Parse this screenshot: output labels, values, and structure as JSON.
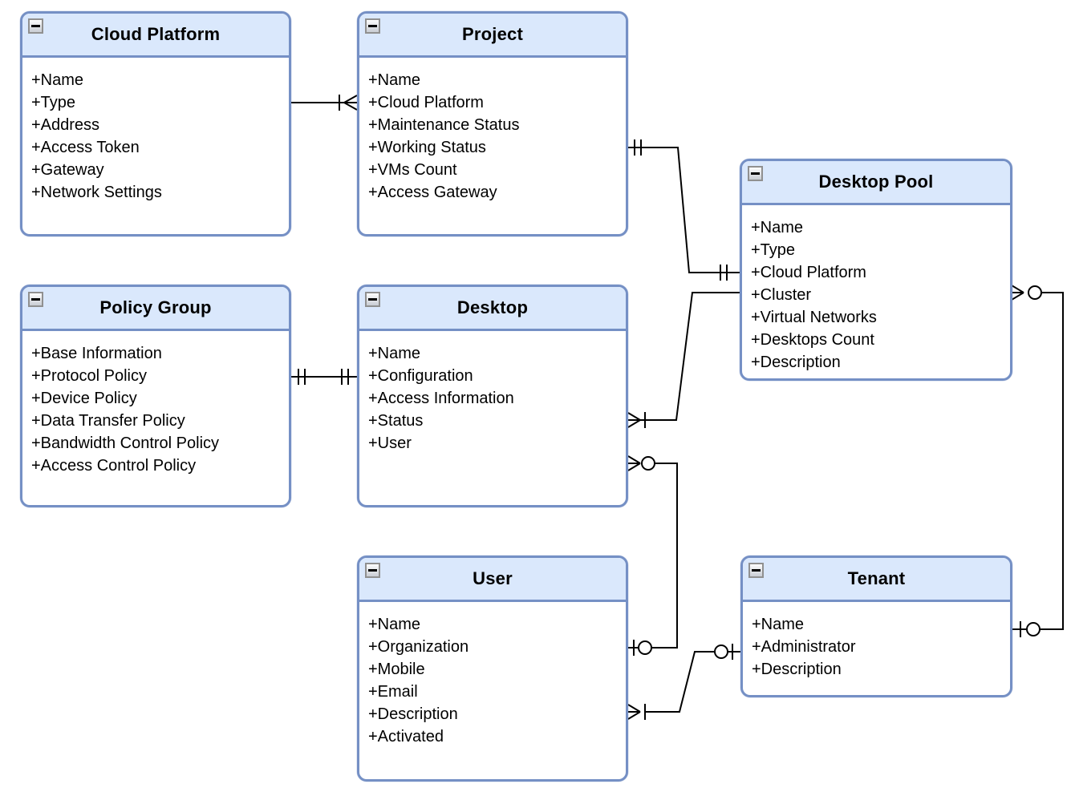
{
  "diagram": {
    "type": "entity-relationship-diagram",
    "background_color": "#ffffff",
    "colors": {
      "entity_header_fill": "#dae8fc",
      "entity_body_fill": "#ffffff",
      "entity_stroke": "#7590c5",
      "connector_line": "#000000",
      "text": "#000000",
      "collapse_icon_border": "#909090"
    },
    "collapse_icon": "minus-box",
    "entities": [
      {
        "title": "Cloud Platform",
        "attributes": [
          "+Name",
          "+Type",
          "+Address",
          "+Access Token",
          "+Gateway",
          "+Network Settings"
        ]
      },
      {
        "title": "Project",
        "attributes": [
          "+Name",
          "+Cloud Platform",
          "+Maintenance Status",
          "+Working Status",
          "+VMs Count",
          "+Access Gateway"
        ]
      },
      {
        "title": "Desktop Pool",
        "attributes": [
          "+Name",
          "+Type",
          "+Cloud Platform",
          "+Cluster",
          "+Virtual Networks",
          "+Desktops Count",
          "+Description"
        ]
      },
      {
        "title": "Policy Group",
        "attributes": [
          "+Base Information",
          "+Protocol Policy",
          "+Device Policy",
          "+Data Transfer Policy",
          "+Bandwidth Control Policy",
          "+Access Control Policy"
        ]
      },
      {
        "title": "Desktop",
        "attributes": [
          "+Name",
          "+Configuration",
          "+Access Information",
          "+Status",
          "+User"
        ]
      },
      {
        "title": "User",
        "attributes": [
          "+Name",
          "+Organization",
          "+Mobile",
          "+Email",
          "+Description",
          "+Activated"
        ]
      },
      {
        "title": "Tenant",
        "attributes": [
          "+Name",
          "+Administrator",
          "+Description"
        ]
      }
    ],
    "relationships": [
      {
        "from": "Cloud Platform",
        "to": "Project",
        "from_marker": "plain",
        "to_marker": "one-or-many (tick + crow's foot)"
      },
      {
        "from": "Project",
        "to": "Desktop Pool",
        "from_marker": "exactly-one (double tick)",
        "to_marker": "exactly-one (double tick)"
      },
      {
        "from": "Policy Group",
        "to": "Desktop",
        "from_marker": "exactly-one (double tick)",
        "to_marker": "exactly-one (double tick)"
      },
      {
        "from": "Desktop",
        "to": "Desktop Pool",
        "from_marker": "one-or-many (crow's foot + tick)",
        "to_marker": "plain"
      },
      {
        "from": "Desktop",
        "to": "User",
        "from_marker": "zero-or-many (crow's foot + circle)",
        "to_marker": "zero-or-one (tick + circle)"
      },
      {
        "from": "User",
        "to": "Tenant",
        "from_marker": "one-or-many (crow's foot + tick)",
        "to_marker": "zero-or-one (circle + tick)"
      },
      {
        "from": "Desktop Pool",
        "to": "Tenant",
        "from_marker": "zero-or-many (crow's foot + circle)",
        "to_marker": "zero-or-one (circle + tick)"
      }
    ]
  }
}
